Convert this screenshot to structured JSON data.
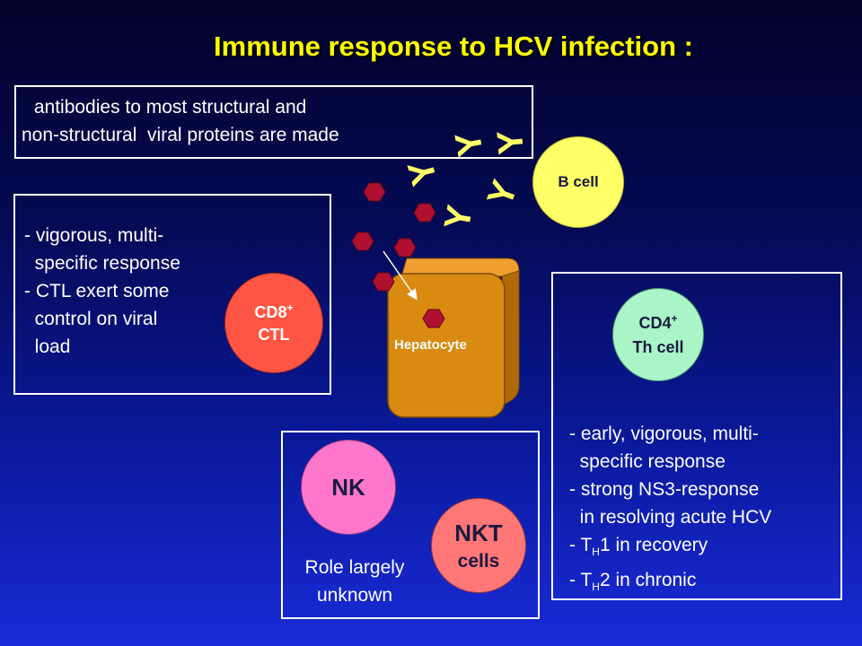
{
  "title": "Immune response to HCV infection :",
  "antibody_box": {
    "line1": " antibodies to most structural and",
    "line2": "non-structural  viral proteins are made"
  },
  "ctl_box": {
    "lines": [
      "- vigorous, multi-",
      "  specific response",
      "- CTL exert some",
      "  control on viral",
      "  load"
    ]
  },
  "th_box": {
    "lines": [
      "- early, vigorous, multi-",
      "  specific response",
      "- strong NS3-response",
      "  in resolving acute HCV"
    ],
    "th1_prefix": "- T",
    "th1_sub": "H",
    "th1_suffix": "1 in recovery",
    "th2_prefix": "- T",
    "th2_sub": "H",
    "th2_suffix": "2 in chronic"
  },
  "nk_box": {
    "nk_label": "NK",
    "nkt_label1": "NKT",
    "nkt_label2": "cells",
    "role_line1": "Role largely",
    "role_line2": "unknown"
  },
  "cells": {
    "b_cell": "B cell",
    "cd8_main": "CD8",
    "cd8_sup": "+",
    "cd8_sub": "CTL",
    "cd4_main": "CD4",
    "cd4_sup": "+",
    "cd4_sub": "Th cell",
    "hepatocyte": "Hepatocyte"
  },
  "antibody_glyph": "Y",
  "colors": {
    "title": "#ffff00",
    "b_cell": "#ffff66",
    "cd8": "#ff5544",
    "cd4": "#aaf5c8",
    "nk": "#ff77cc",
    "nkt": "#ff7777",
    "hepatocyte": "#d98a10",
    "virus": "#b01030"
  }
}
